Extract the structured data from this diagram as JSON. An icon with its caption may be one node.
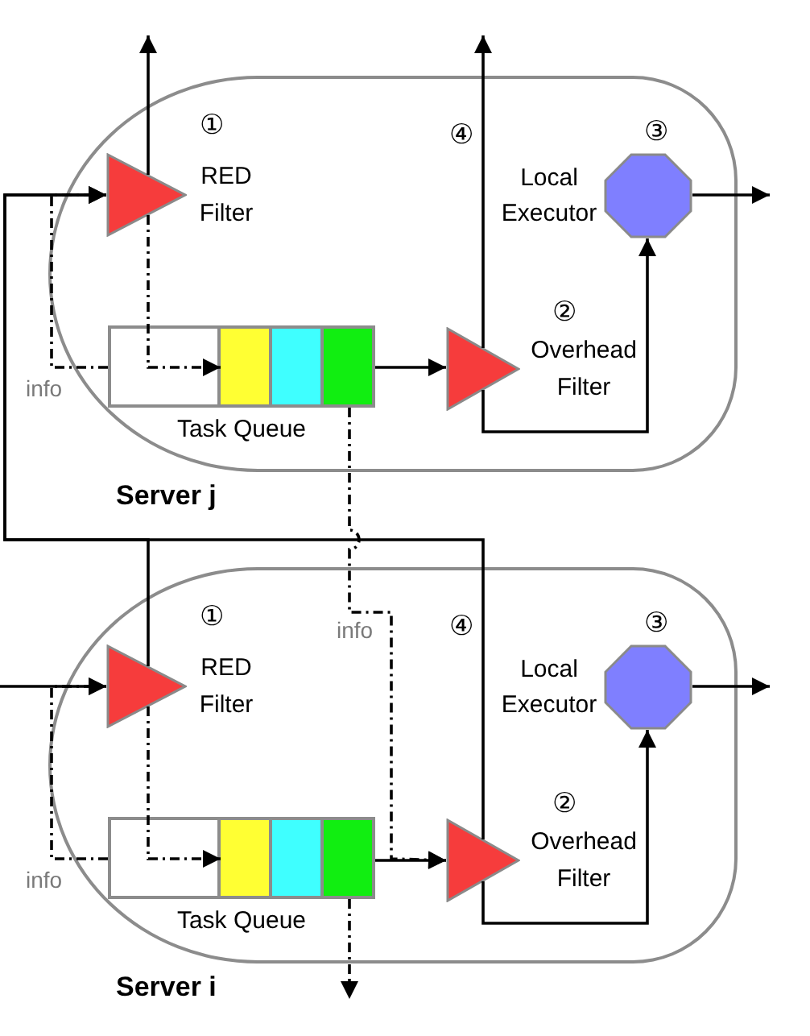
{
  "diagram": {
    "nodes": [
      {
        "text": [
          "Server j"
        ]
      },
      {
        "text": [
          "RED Filter"
        ],
        "beside": [
          "①"
        ],
        "in": 0
      },
      {
        "text": [
          "Task Queue"
        ],
        "in": 0
      },
      {
        "text": [
          "Overhead Filter"
        ],
        "beside": [
          "②"
        ],
        "in": 0
      },
      {
        "text": [
          "Local Executor"
        ],
        "beside": [
          "③"
        ],
        "in": 0
      },
      {
        "text": [
          "Server i"
        ]
      },
      {
        "text": [
          "RED Filter"
        ],
        "beside": [
          "①"
        ],
        "in": 5
      },
      {
        "text": [
          "Task Queue"
        ],
        "in": 5
      },
      {
        "text": [
          "Overhead Filter"
        ],
        "beside": [
          "②"
        ],
        "in": 5
      },
      {
        "text": [
          "Local Executor"
        ],
        "beside": [
          "③"
        ],
        "in": 5
      }
    ],
    "edges": [
      {
        "from": 1,
        "to": null,
        "arrow": "to"
      },
      {
        "from": 1,
        "to": 2,
        "arrow": "to",
        "style": "dashed"
      },
      {
        "from": 2,
        "to": 3,
        "arrow": "to"
      },
      {
        "from": 3,
        "to": null,
        "arrow": "to"
      },
      {
        "from": 3,
        "to": 4,
        "arrow": "to"
      },
      {
        "from": 4,
        "to": null,
        "arrow": "to"
      },
      {
        "from": 2,
        "to": 1,
        "arrow": "to",
        "style": "dashed",
        "label": "info"
      },
      {
        "from": 8,
        "to": 1,
        "arrow": "to"
      },
      {
        "from": 6,
        "to": 1,
        "arrow": "to"
      },
      {
        "from": null,
        "to": 6,
        "arrow": "to"
      },
      {
        "from": 7,
        "to": 6,
        "arrow": "to",
        "style": "dashed",
        "label": "info"
      },
      {
        "from": 2,
        "to": 8,
        "arrow": "to",
        "style": "dashed",
        "label": "info"
      },
      {
        "from": 7,
        "to": 8,
        "arrow": "to"
      },
      {
        "from": 8,
        "to": 9,
        "arrow": "to"
      },
      {
        "from": 9,
        "to": null,
        "arrow": "to"
      },
      {
        "from": 7,
        "to": null,
        "arrow": "to",
        "style": "dashed"
      },
      {
        "from": 6,
        "to": 7,
        "arrow": "to",
        "style": "dashed"
      }
    ],
    "labels": [
      "④",
      "④"
    ]
  }
}
